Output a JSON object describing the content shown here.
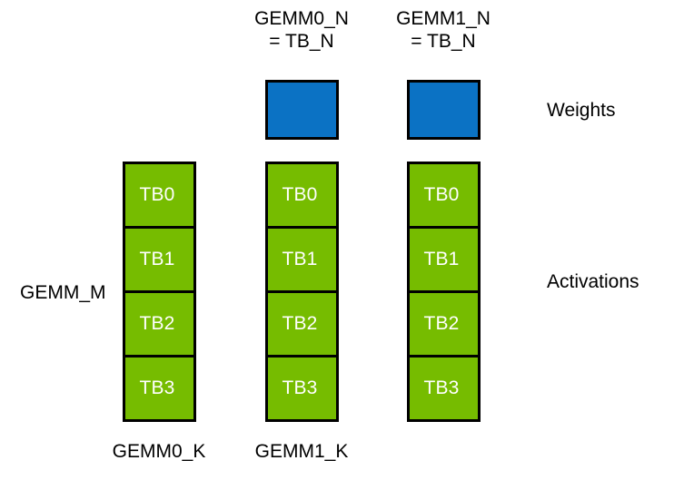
{
  "diagram": {
    "colors": {
      "weights_fill": "#0b72c4",
      "activations_fill": "#76bc00",
      "border": "#000000",
      "background": "#ffffff",
      "cell_text": "#ffffff"
    },
    "column_headers": [
      {
        "text": "GEMM0_N\n= TB_N"
      },
      {
        "text": "GEMM1_N\n= TB_N"
      }
    ],
    "row_labels": {
      "weights": "Weights",
      "activations": "Activations"
    },
    "axis_labels": {
      "m": "GEMM_M"
    },
    "column_footers": [
      {
        "text": "GEMM0_K"
      },
      {
        "text": "GEMM1_K"
      }
    ],
    "weight_blocks": [
      {
        "name": "gemm0-weight-block"
      },
      {
        "name": "gemm1-weight-block"
      }
    ],
    "activation_stacks": [
      {
        "name": "activation-stack-0",
        "cells": [
          {
            "label": "TB0"
          },
          {
            "label": "TB1"
          },
          {
            "label": "TB2"
          },
          {
            "label": "TB3"
          }
        ]
      },
      {
        "name": "activation-stack-1",
        "cells": [
          {
            "label": "TB0"
          },
          {
            "label": "TB1"
          },
          {
            "label": "TB2"
          },
          {
            "label": "TB3"
          }
        ]
      },
      {
        "name": "activation-stack-2",
        "cells": [
          {
            "label": "TB0"
          },
          {
            "label": "TB1"
          },
          {
            "label": "TB2"
          },
          {
            "label": "TB3"
          }
        ]
      }
    ]
  }
}
